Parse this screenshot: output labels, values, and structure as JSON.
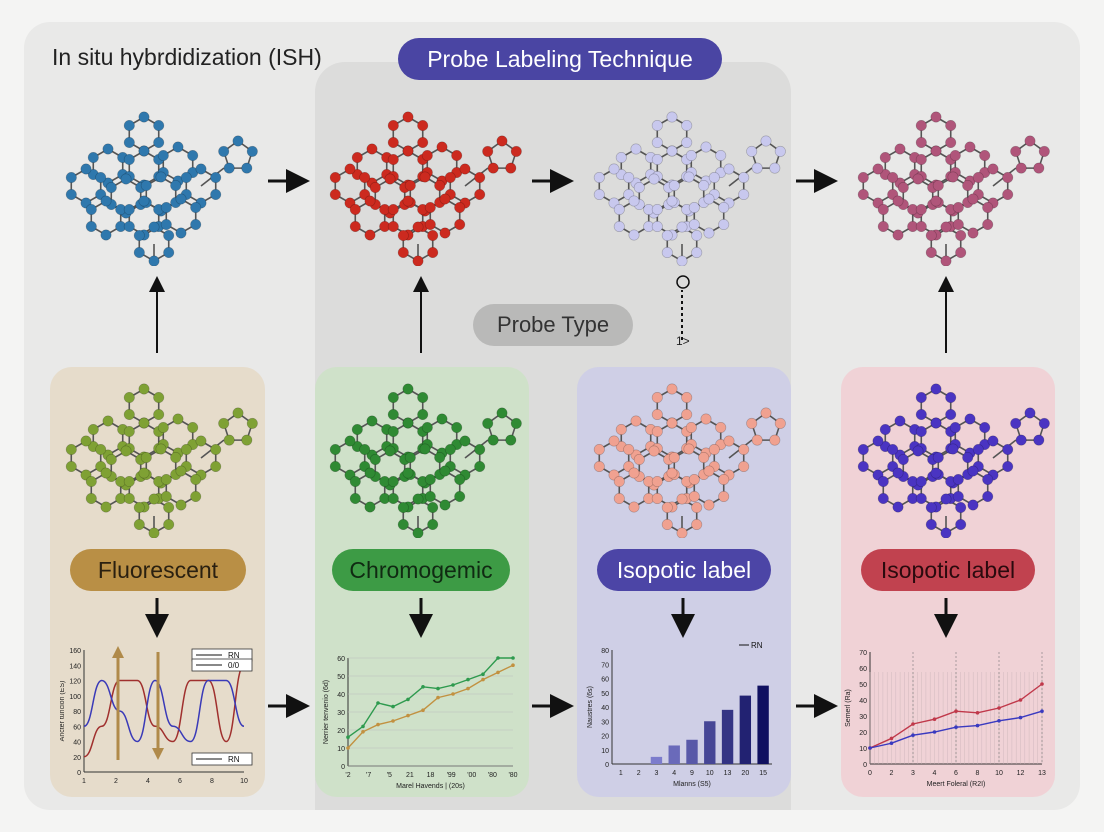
{
  "title": "In situ hybrdidization (ISH)",
  "header_pill": "Probe Labeling Technique",
  "middle_pill": "Probe Type",
  "dashed_marker": "1>",
  "colors": {
    "blue": "#2f78ad",
    "red": "#cc2a1f",
    "lavender": "#c8c8ee",
    "pink": "#b0557a",
    "olive": "#7fa134",
    "green": "#2f8a33",
    "salmon": "#f0a190",
    "indigo": "#4a34c2"
  },
  "categories": [
    {
      "label": "Fluorescent",
      "pill_color": "#b98f45",
      "panel_color": "#e6dccb"
    },
    {
      "label": "Chromogemic",
      "pill_color": "#3d9b45",
      "panel_color": "#cfe1c9"
    },
    {
      "label": "Isopotic label",
      "pill_color": "#4c45a6",
      "panel_color": "#cfcfe6"
    },
    {
      "label": "Isopotic label",
      "pill_color": "#c1424f",
      "panel_color": "#f0d2d6"
    }
  ],
  "chart_data": [
    {
      "type": "line",
      "ylabel": "Ancter tunción (ES)",
      "x": [
        1,
        2,
        3,
        4,
        5,
        6,
        7,
        8,
        9,
        10
      ],
      "xticks": [
        "1",
        "2",
        "4",
        "6",
        "8",
        "10"
      ],
      "yticks": [
        "0",
        "20",
        "40",
        "60",
        "80",
        "100",
        "120",
        "140",
        "160"
      ],
      "ylim": [
        0,
        160
      ],
      "legend": [
        "RN",
        "0/0",
        "RN"
      ],
      "series": [
        {
          "values": [
            20,
            60,
            120,
            120,
            60,
            40,
            120,
            120,
            40,
            140
          ]
        },
        {
          "values": [
            60,
            120,
            80,
            40,
            120,
            60,
            40,
            120,
            120,
            60
          ]
        }
      ]
    },
    {
      "type": "line",
      "ylabel": "Nerrier tenvenio (6d)",
      "xlabel": "Marel Havends | (20s)",
      "xticks": [
        "'2",
        "'7",
        "'5",
        "21",
        "18",
        "'99",
        "'00",
        "'80",
        "'80"
      ],
      "yticks": [
        "0",
        "10",
        "20",
        "30",
        "40",
        "50",
        "60"
      ],
      "ylim": [
        0,
        60
      ],
      "series": [
        {
          "values": [
            16,
            22,
            35,
            33,
            37,
            44,
            43,
            45,
            48,
            51,
            60,
            60
          ]
        },
        {
          "values": [
            10,
            19,
            23,
            25,
            28,
            31,
            38,
            40,
            43,
            48,
            52,
            56
          ]
        }
      ]
    },
    {
      "type": "bar",
      "ylabel": "Naustres (6s)",
      "xlabel": "Mlanns (S5)",
      "legend": [
        "RN"
      ],
      "categories": [
        "1",
        "2",
        "3",
        "4",
        "9",
        "10",
        "13",
        "20",
        "15"
      ],
      "yticks": [
        "0",
        "10",
        "20",
        "30",
        "40",
        "50",
        "60",
        "70",
        "80"
      ],
      "values": [
        0,
        0,
        5,
        13,
        17,
        30,
        38,
        48,
        55
      ],
      "ylim": [
        0,
        80
      ]
    },
    {
      "type": "line",
      "ylabel": "Semerl (Ra)",
      "xlabel": "Meert Foleral (R2I)",
      "xticks": [
        "0",
        "2",
        "3",
        "4",
        "6",
        "8",
        "10",
        "12",
        "13"
      ],
      "yticks": [
        "0",
        "10",
        "20",
        "30",
        "40",
        "50",
        "60",
        "70"
      ],
      "ylim": [
        0,
        70
      ],
      "series": [
        {
          "values": [
            10,
            16,
            25,
            28,
            33,
            32,
            35,
            40,
            50
          ]
        },
        {
          "values": [
            10,
            13,
            18,
            20,
            23,
            24,
            27,
            29,
            33
          ]
        }
      ]
    }
  ]
}
